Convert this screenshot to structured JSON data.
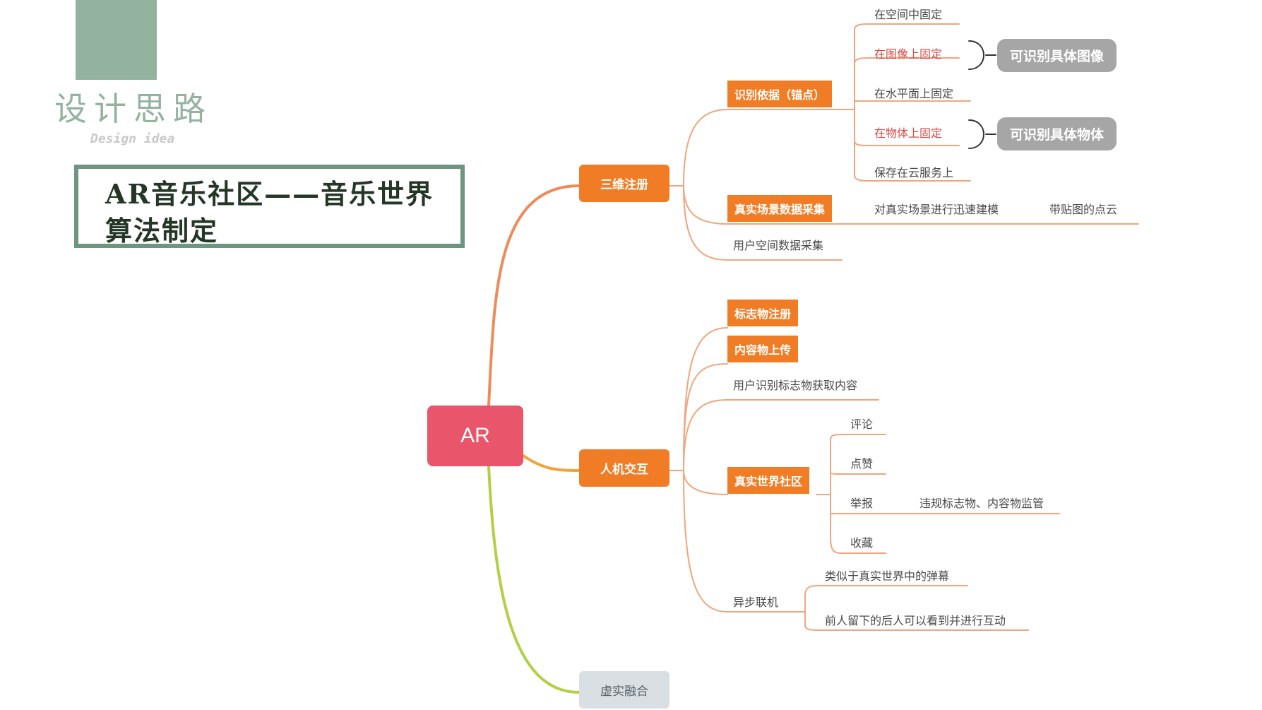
{
  "header": {
    "title": "设计思路",
    "subtitle": "Design idea",
    "slide_title": "AR音乐社区——音乐世界算法制定"
  },
  "mindmap": {
    "root": "AR",
    "branches": {
      "sanwei": {
        "label": "三维注册",
        "shibie": {
          "label": "识别依据（锚点）",
          "leaf1": "在空间中固定",
          "leaf2": "在图像上固定",
          "leaf3": "在水平面上固定",
          "leaf4": "在物体上固定",
          "leaf5": "保存在云服务上",
          "pill_image": "可识别具体图像",
          "pill_object": "可识别具体物体"
        },
        "zhenshi": {
          "label": "真实场景数据采集",
          "leaf": "对真实场景进行迅速建模",
          "leaf2": "带贴图的点云"
        },
        "yonghu": "用户空间数据采集"
      },
      "renji": {
        "label": "人机交互",
        "biaozhi": "标志物注册",
        "neirong": "内容物上传",
        "shibie_huoqu": "用户识别标志物获取内容",
        "shequ": {
          "label": "真实世界社区",
          "pinglun": "评论",
          "dianzan": "点赞",
          "jubao": "举报",
          "jubao_detail": "违规标志物、内容物监管",
          "shoucang": "收藏"
        },
        "yibu": {
          "label": "异步联机",
          "leaf1": "类似于真实世界中的弹幕",
          "leaf2": "前人留下的后人可以看到并进行互动"
        }
      },
      "xushi": "虚实融合"
    }
  },
  "colors": {
    "root": "#e9556a",
    "node": "#f07d25",
    "accent_text": "#d84a45",
    "pill": "#a6a6a6",
    "line_top": "#ef8a5a",
    "line_mid": "#f3a23c",
    "line_bottom": "#b2d045",
    "node_line": "#f1a57e",
    "frame": "#6e9581",
    "header_block": "#93b3a0"
  }
}
